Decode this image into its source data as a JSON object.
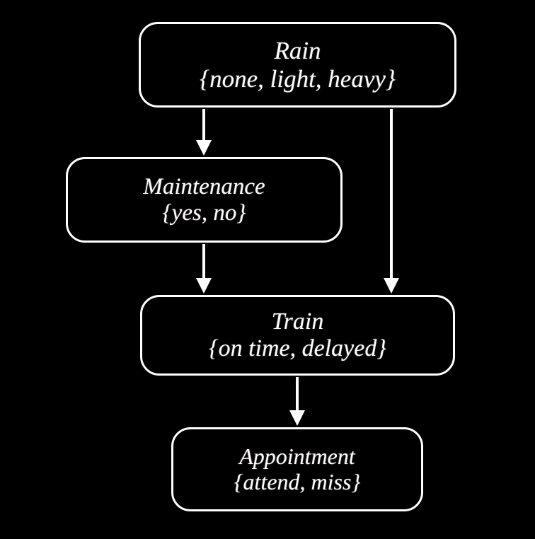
{
  "diagram": {
    "type": "bayesian-network",
    "background_color": "#000000",
    "node_border_color": "#ffffff",
    "text_color": "#fdfdfd",
    "arrow_color": "#ffffff",
    "nodes": [
      {
        "id": "rain",
        "title": "Rain",
        "values": "{none, light, heavy}"
      },
      {
        "id": "maintenance",
        "title": "Maintenance",
        "values": "{yes, no}"
      },
      {
        "id": "train",
        "title": "Train",
        "values": "{on time, delayed}"
      },
      {
        "id": "appointment",
        "title": "Appointment",
        "values": "{attend, miss}"
      }
    ],
    "edges": [
      {
        "id": "rain-maintenance",
        "from": "Rain",
        "to": "Maintenance"
      },
      {
        "id": "rain-train",
        "from": "Rain",
        "to": "Train"
      },
      {
        "id": "maintenance-train",
        "from": "Maintenance",
        "to": "Train"
      },
      {
        "id": "train-appointment",
        "from": "Train",
        "to": "Appointment"
      }
    ]
  }
}
